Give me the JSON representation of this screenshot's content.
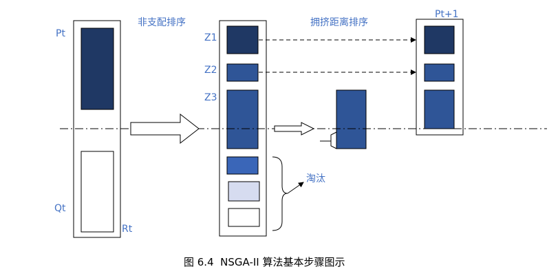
{
  "labels": {
    "pt": "Pt",
    "qt": "Qt",
    "rt": "Rt",
    "non_dominated_sort": "非支配排序",
    "crowding_distance_sort": "拥挤距离排序",
    "z1": "Z1",
    "z2": "Z2",
    "z3": "Z3",
    "pt_plus_1": "Pt+1",
    "eliminated": "淘汰"
  },
  "caption": "图 6.4  NSGA-II 算法基本步骤图示",
  "colors": {
    "dark_navy": "#1F3864",
    "mid_blue": "#2F5597",
    "light_blue": "#3A66B8",
    "pale_blue": "#D6DCF0",
    "label_blue": "#4472C4"
  }
}
